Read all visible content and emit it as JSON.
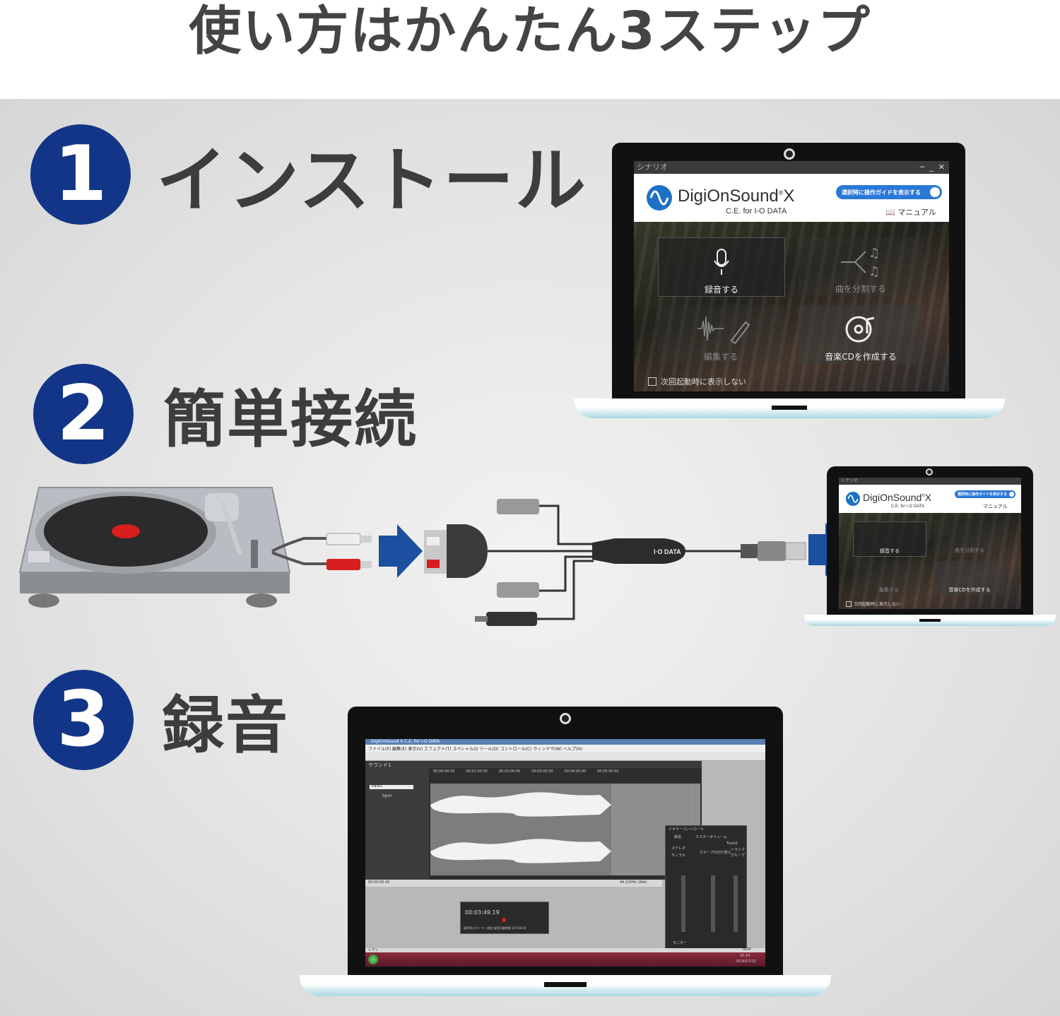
{
  "header": {
    "title": "使い方はかんたん3ステップ"
  },
  "steps": [
    {
      "number": "1",
      "title": "インストール"
    },
    {
      "number": "2",
      "title": "簡単接続"
    },
    {
      "number": "3",
      "title": "録音"
    }
  ],
  "launcher": {
    "window_title": "シナリオ",
    "brand": "DigiOnSound",
    "brand_suffix": "X",
    "reg_mark": "®",
    "subtitle": "C.E. for I-O DATA",
    "guide_toggle": "選択時に操作ガイドを表示する",
    "manual": "マニュアル",
    "tiles": [
      "録音する",
      "曲を分割する",
      "編集する",
      "音楽CDを作成する"
    ],
    "footer_checkbox": "次回起動時に表示しない"
  },
  "device": {
    "label": "I·O DATA"
  },
  "editor": {
    "title": "DigiOnSound X C.E. for I-O DATA",
    "menu": "ファイル(F)  編集(E)  表示(V)  エフェクト(T)  スペシャル(I)  ツール(O)  コントロール(C)  ウィンドウ(W)  ヘルプ(H)",
    "doc_tab": "サウンド1",
    "track_name": "Track1",
    "tempo": "bpm",
    "ruler": [
      "00:00:00.00",
      "00:01:00.00",
      "00:02:00.00",
      "00:03:00.00",
      "00:04:00.00",
      "00:05:00.00"
    ],
    "status_left": "00:00:00.00",
    "status_right": "44,100Hz 16bit",
    "mixer_title": "ミキサーコントロール",
    "mixer_col1": "録音",
    "mixer_col2": "マスターボリューム",
    "mixer_stereo": "ステレオ",
    "mixer_mono": "モノラル",
    "mixer_group": "グループの切り替え",
    "mixer_monitor": "モニター",
    "mixer_track": "Track1",
    "mixer_opts": [
      "トラック",
      "グループ"
    ],
    "transport_time": "00:03:49.19",
    "transport_status": "録音停止タイマー:設定   録音可能時間 125:58.04",
    "status_bar": "レディ",
    "num": "NUM",
    "clock_time": "20:34",
    "clock_date": "2016/07/23"
  },
  "colors": {
    "accent": "#123587",
    "toggle": "#2a78d8",
    "arrow": "#1b4fa0",
    "record_red": "#d81e1e"
  }
}
